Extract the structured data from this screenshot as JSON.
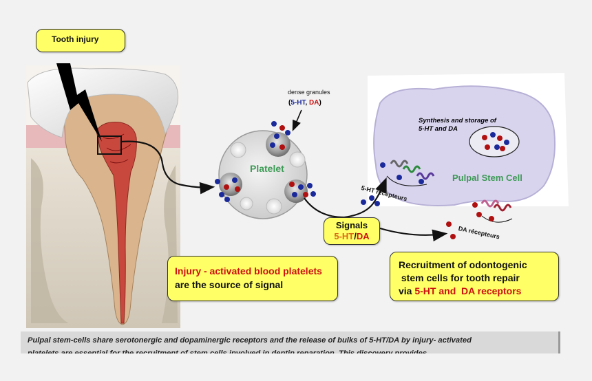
{
  "labels": {
    "tooth_injury": "Tooth injury",
    "dense_granules": "dense granules",
    "dense_granules_open": "(",
    "dense_granules_5ht": "5-HT",
    "dense_granules_sep": ", ",
    "dense_granules_da": "DA",
    "dense_granules_close": ")",
    "platelet": "Platelet",
    "synthesis_line1": "Synthesis and storage of",
    "synthesis_line2": "5-HT and  DA",
    "pulpal_stem_cell": "Pulpal Stem Cell",
    "ht_receptors": "5-HT récepteurs",
    "da_receptors": "DA récepteurs",
    "signals_title": "Signals",
    "signals_5ht": "5-HT",
    "signals_slash": "/",
    "signals_da": "DA",
    "platelet_source_red": "Injury - activated blood platelets",
    "platelet_source_black": "are the source of signal",
    "recruit_line1": "Recruitment of odontogenic",
    "recruit_line2": " stem cells for tooth repair",
    "recruit_line3_prefix": "via ",
    "recruit_line3_red": "5-HT and  DA receptors"
  },
  "caption": {
    "line1": "Pulpal stem-cells share serotonergic and dopaminergic receptors and the release of  bulks of 5-HT/DA by injury- activated",
    "line2": "platelets are essential for the recruitment of stem cells involved  in dentin reparation. This discovery provides"
  },
  "colors": {
    "box_fill": "#ffff66",
    "serotonin": "#1b2a9a",
    "dopamine": "#b01010",
    "label_green": "#3c9a55",
    "caption_bg": "#d9d9d9"
  },
  "icons": [
    "lightning-bolt-icon",
    "tooth-illustration",
    "platelet-icon",
    "stem-cell-icon",
    "receptor-icon"
  ]
}
